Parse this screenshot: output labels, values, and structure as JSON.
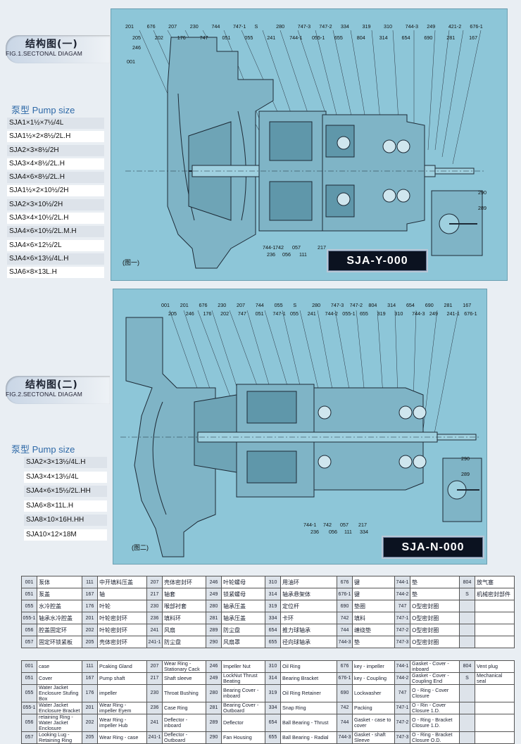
{
  "section1": {
    "title": "结构图(一)",
    "subtitle": "FIG.1.SECTONAL DIAGAM",
    "pump_heading": "泵型 Pump size",
    "sizes": [
      "SJA1×1½×7½/4L",
      "SJA1½×2×8½/2L.H",
      "SJA2×3×8½/2H",
      "SJA3×4×8½/2L.H",
      "SJA4×6×8½/2L.H",
      "SJA1½×2×10½/2H",
      "SJA2×3×10½/2H",
      "SJA3×4×10½/2L.H",
      "SJA4×6×10½/2L.M.H",
      "SJA4×6×12½/2L",
      "SJA4×6×13½/4L.H",
      "SJA6×8×13L.H"
    ]
  },
  "section2": {
    "title": "结构图(二)",
    "subtitle": "FIG.2.SECTONAL DIAGAM",
    "pump_heading": "泵型 Pump size",
    "sizes": [
      "SJA2×3×13½/4L.H",
      "SJA3×4×13½/4L",
      "SJA4×6×15½/2L.HH",
      "SJA6×8×11L.H",
      "SJA8×10×16H.HH",
      "SJA10×12×18M"
    ]
  },
  "diagram1": {
    "model": "SJA-Y-000",
    "fig_label": "(图一)",
    "top_labels": [
      "201",
      "676",
      "207",
      "230",
      "744",
      "747-1",
      "S",
      "280",
      "747-3",
      "747-2",
      "334",
      "319",
      "310",
      "744-3",
      "249",
      "421-2",
      "676-1",
      "205",
      "202",
      "176",
      "747",
      "051",
      "055",
      "241",
      "744-1",
      "055-1",
      "655",
      "804",
      "314",
      "654",
      "690",
      "281",
      "167"
    ],
    "side_labels": [
      "246",
      "001",
      "290",
      "289"
    ],
    "bottom_labels": [
      "744-1",
      "742",
      "057",
      "217",
      "236",
      "056",
      "111"
    ]
  },
  "diagram2": {
    "model": "SJA-N-000",
    "fig_label": "(图二)",
    "top_labels": [
      "001",
      "201",
      "676",
      "230",
      "207",
      "744",
      "055",
      "S",
      "280",
      "747-3",
      "747-2",
      "804",
      "314",
      "654",
      "690",
      "281",
      "167",
      "205",
      "246",
      "176",
      "202",
      "747",
      "051",
      "747-1",
      "055",
      "241",
      "744-2",
      "055-1",
      "655",
      "319",
      "310",
      "744-3",
      "249",
      "241-1",
      "676-1"
    ],
    "side_labels": [
      "290",
      "289"
    ],
    "bottom_labels": [
      "744-1",
      "742",
      "057",
      "217",
      "236",
      "056",
      "111",
      "334"
    ]
  },
  "parts_cn": [
    [
      [
        "001",
        "泵体"
      ],
      [
        "111",
        "中开填料压盖"
      ],
      [
        "207",
        "壳体密封环"
      ],
      [
        "246",
        "叶轮螺母"
      ],
      [
        "310",
        "用油环"
      ],
      [
        "676",
        "键"
      ],
      [
        "744-1",
        "垫"
      ],
      [
        "804",
        "放气塞"
      ]
    ],
    [
      [
        "051",
        "泵盖"
      ],
      [
        "167",
        "轴"
      ],
      [
        "217",
        "轴套"
      ],
      [
        "249",
        "锁紧螺母"
      ],
      [
        "314",
        "轴承悬架体"
      ],
      [
        "676-1",
        "键"
      ],
      [
        "744-2",
        "垫"
      ],
      [
        "S",
        "机械密封部件"
      ]
    ],
    [
      [
        "055",
        "水冷腔盖"
      ],
      [
        "176",
        "叶轮"
      ],
      [
        "230",
        "喉部衬套"
      ],
      [
        "280",
        "轴承压盖"
      ],
      [
        "319",
        "定位杆"
      ],
      [
        "690",
        "垫圈"
      ],
      [
        "747",
        "O型密封圈"
      ],
      [
        "",
        ""
      ]
    ],
    [
      [
        "055-1",
        "轴承水冷腔盖"
      ],
      [
        "201",
        "叶轮密封环"
      ],
      [
        "236",
        "填料环"
      ],
      [
        "281",
        "轴承压盖"
      ],
      [
        "334",
        "卡环"
      ],
      [
        "742",
        "填料"
      ],
      [
        "747-1",
        "O型密封圈"
      ],
      [
        "",
        ""
      ]
    ],
    [
      [
        "056",
        "腔盖固定环"
      ],
      [
        "202",
        "叶轮密封环"
      ],
      [
        "241",
        "风扇"
      ],
      [
        "289",
        "防尘盘"
      ],
      [
        "654",
        "推力球轴承"
      ],
      [
        "744",
        "缠绕垫"
      ],
      [
        "747-2",
        "O型密封圈"
      ],
      [
        "",
        ""
      ]
    ],
    [
      [
        "057",
        "固定环锁紧板"
      ],
      [
        "205",
        "壳体密封环"
      ],
      [
        "241-1",
        "防尘盘"
      ],
      [
        "290",
        "风扇罩"
      ],
      [
        "655",
        "径向球轴承"
      ],
      [
        "744-3",
        "垫"
      ],
      [
        "747-3",
        "O型密封圈"
      ],
      [
        "",
        ""
      ]
    ]
  ],
  "parts_en": [
    [
      [
        "001",
        "case"
      ],
      [
        "111",
        "Pcaking Gland"
      ],
      [
        "207",
        "Wear Ring - Stationary Cack"
      ],
      [
        "246",
        "Impeller Nut"
      ],
      [
        "310",
        "Oil Ring"
      ],
      [
        "676",
        "key - impeller"
      ],
      [
        "744-1",
        "Gasket - Cover - inboard"
      ],
      [
        "804",
        "Vent plug"
      ]
    ],
    [
      [
        "051",
        "Cover"
      ],
      [
        "167",
        "Pump shaft"
      ],
      [
        "217",
        "Shaft sleeve"
      ],
      [
        "249",
        "LockNut Thrust Beating"
      ],
      [
        "314",
        "Bearing Bracket"
      ],
      [
        "676-1",
        "key - Coupling"
      ],
      [
        "744-2",
        "Gasket - Cover - Coupling End"
      ],
      [
        "S",
        "Mechanical seal"
      ]
    ],
    [
      [
        "055",
        "Water Jacket Enclosure Stufing Box"
      ],
      [
        "176",
        "impeller"
      ],
      [
        "230",
        "Throat Bushing"
      ],
      [
        "280",
        "Bearing Cover - inboard"
      ],
      [
        "319",
        "Oil Ring Retainer"
      ],
      [
        "690",
        "Lockwasher"
      ],
      [
        "747",
        "O - Ring - Cover Closure"
      ],
      [
        "",
        ""
      ]
    ],
    [
      [
        "055-1",
        "Water Jacket Enclosure Bracket"
      ],
      [
        "201",
        "Wear Ring - impeller Eyem"
      ],
      [
        "236",
        "Case Ring"
      ],
      [
        "281",
        "Bearing Cover - Outboard"
      ],
      [
        "334",
        "Snap Ring"
      ],
      [
        "742",
        "Packing"
      ],
      [
        "747-1",
        "O - Rin - Cover Closure 1.D."
      ],
      [
        "",
        ""
      ]
    ],
    [
      [
        "056",
        "retaining Ring - Water Jacket Enclosure"
      ],
      [
        "202",
        "Wear Ring - impeller Hub"
      ],
      [
        "241",
        "Deflector - inboard"
      ],
      [
        "289",
        "Deflector"
      ],
      [
        "654",
        "Ball Bearing - Thrust"
      ],
      [
        "744",
        "Gasket - case to cover"
      ],
      [
        "747-2",
        "O - Ring - Bracket Closure 1.D."
      ],
      [
        "",
        ""
      ]
    ],
    [
      [
        "057",
        "Looking Lug - Retaining Ring"
      ],
      [
        "205",
        "Wear Ring - case"
      ],
      [
        "241-1",
        "Deflector - Outboard"
      ],
      [
        "290",
        "Fan Housing"
      ],
      [
        "655",
        "Ball Bearing - Radial"
      ],
      [
        "744-3",
        "Gasket - shaft Sleeve"
      ],
      [
        "747-3",
        "O - Ring - Bracket Closure O.D."
      ],
      [
        "",
        ""
      ]
    ]
  ],
  "colors": {
    "diagram_bg": "#8dc6d8",
    "plate_bg": "#0b1220",
    "heading_blue": "#2f6aa8"
  }
}
